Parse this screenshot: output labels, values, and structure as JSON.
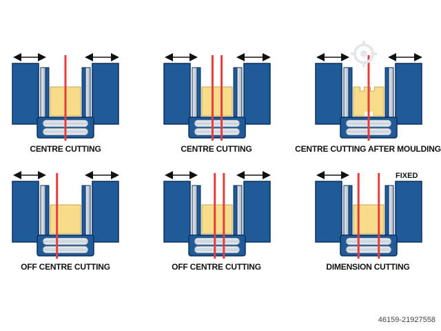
{
  "colors": {
    "jaw_blue": "#1f5a99",
    "jaw_outline": "#0b2f5c",
    "jaw_inner_gray": "#c7d0da",
    "workpiece_yellow": "#f7dc8a",
    "blade_red": "#e63c3c",
    "roller_steel": "#dfe4ea",
    "arrow_black": "#111111"
  },
  "panels": [
    {
      "caption": "CENTRE CUTTING",
      "blades": 1,
      "blade_pos": [
        0.5
      ],
      "left_arrow": true,
      "right_arrow": true,
      "notched": false,
      "fixed_right": false
    },
    {
      "caption": "CENTRE CUTTING",
      "blades": 2,
      "blade_pos": [
        0.42,
        0.58
      ],
      "left_arrow": true,
      "right_arrow": true,
      "notched": false,
      "fixed_right": false
    },
    {
      "caption": "CENTRE CUTTING AFTER MOULDING",
      "blades": 1,
      "blade_pos": [
        0.5
      ],
      "left_arrow": true,
      "right_arrow": true,
      "notched": true,
      "fixed_right": false
    },
    {
      "caption": "OFF CENTRE CUTTING",
      "blades": 1,
      "blade_pos": [
        0.35
      ],
      "left_arrow": true,
      "right_arrow": true,
      "notched": false,
      "fixed_right": false
    },
    {
      "caption": "OFF CENTRE CUTTING",
      "blades": 2,
      "blade_pos": [
        0.46,
        0.62
      ],
      "left_arrow": true,
      "right_arrow": true,
      "notched": false,
      "fixed_right": false
    },
    {
      "caption": "DIMENSION CUTTING",
      "blades": 2,
      "blade_pos": [
        0.32,
        0.68
      ],
      "left_arrow": true,
      "right_arrow": false,
      "notched": false,
      "fixed_right": true,
      "fixed_label": "FIXED"
    }
  ],
  "watermark": "46159-21927558",
  "watermark_icon": "gear-logo-icon"
}
